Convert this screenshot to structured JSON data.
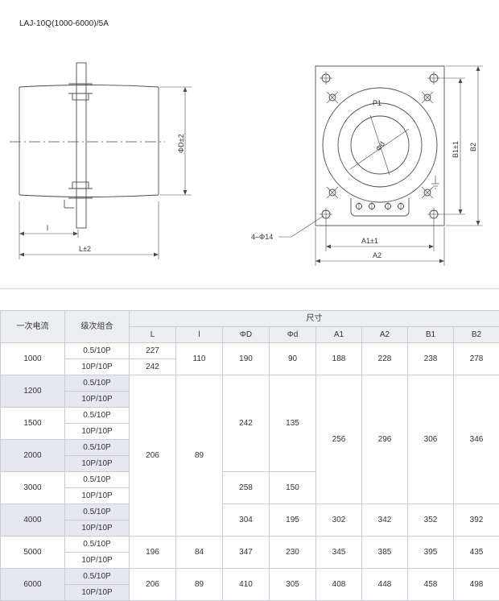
{
  "title": "LAJ-10Q(1000-6000)/5A",
  "drawing_labels": {
    "l": "l",
    "L": "L±2",
    "D": "ΦD±2",
    "P1": "P1",
    "d": "Φd",
    "holes": "4–Φ14",
    "A1": "A1±1",
    "A2": "A2",
    "B1": "B1±1",
    "B2": "B2"
  },
  "table": {
    "header_current": "一次电流",
    "header_accuracy": "级次组合",
    "header_dimensions": "尺寸",
    "dim_columns": [
      "L",
      "l",
      "ΦD",
      "Φd",
      "A1",
      "A2",
      "B1",
      "B2"
    ],
    "rows": [
      {
        "current": "1000",
        "acc": [
          "0.5/10P",
          "10P/10P"
        ],
        "L": [
          "227",
          "242"
        ],
        "l": "110",
        "D": "190",
        "d": "90",
        "A1": "188",
        "A2": "228",
        "B1": "238",
        "B2": "278"
      },
      {
        "current": "1200",
        "acc": [
          "0.5/10P",
          "10P/10P"
        ]
      },
      {
        "current": "1500",
        "acc": [
          "0.5/10P",
          "10P/10P"
        ]
      },
      {
        "current": "2000",
        "acc": [
          "0.5/10P",
          "10P/10P"
        ]
      },
      {
        "current": "3000",
        "acc": [
          "0.5/10P",
          "10P/10P"
        ]
      },
      {
        "current": "4000",
        "acc": [
          "0.5/10P",
          "10P/10P"
        ]
      },
      {
        "current": "5000",
        "acc": [
          "0.5/10P",
          "10P/10P"
        ],
        "L": "196",
        "l": "84",
        "D": "347",
        "d": "230",
        "A1": "345",
        "A2": "385",
        "B1": "395",
        "B2": "435"
      },
      {
        "current": "6000",
        "acc": [
          "0.5/10P",
          "10P/10P"
        ],
        "L": "206",
        "l": "89",
        "D": "410",
        "d": "305",
        "A1": "408",
        "A2": "448",
        "B1": "458",
        "B2": "498"
      }
    ],
    "merged": {
      "L_1200_4000": "206",
      "l_1200_4000": "89",
      "D_1200_2000": "242",
      "d_1200_2000": "135",
      "D_3000": "258",
      "d_3000": "150",
      "D_4000": "304",
      "d_4000": "195",
      "A1_1200_3000": "256",
      "A2_1200_3000": "296",
      "B1_1200_3000": "306",
      "B2_1200_3000": "346",
      "A1_4000": "302",
      "A2_4000": "342",
      "B1_4000": "352",
      "B2_4000": "392"
    }
  }
}
